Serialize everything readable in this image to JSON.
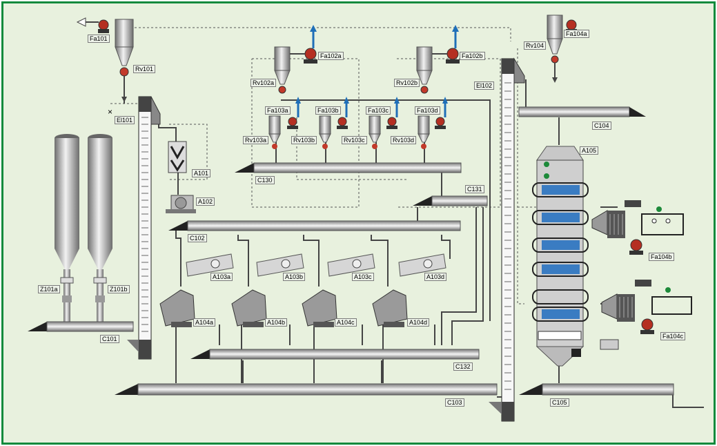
{
  "labels": {
    "Fa101": "Fa101",
    "Rv101": "Rv101",
    "El101": "El101",
    "Fa102a": "Fa102a",
    "Fa102b": "Fa102b",
    "Rv102a": "Rv102a",
    "Rv102b": "Rv102b",
    "Fa103a": "Fa103a",
    "Fa103b": "Fa103b",
    "Fa103c": "Fa103c",
    "Fa103d": "Fa103d",
    "Rv103a": "Rv103a",
    "Rv103b": "Rv103b",
    "Rv103c": "Rv103c",
    "Rv103d": "Rv103d",
    "C130": "C130",
    "C131": "C131",
    "A101": "A101",
    "A102": "A102",
    "C102": "C102",
    "A103a": "A103a",
    "A103b": "A103b",
    "A103c": "A103c",
    "A103d": "A103d",
    "A104a": "A104a",
    "A104b": "A104b",
    "A104c": "A104c",
    "A104d": "A104d",
    "Z101a": "Z101a",
    "Z101b": "Z101b",
    "C101": "C101",
    "C132": "C132",
    "C103": "C103",
    "El102": "El102",
    "Fa104a": "Fa104a",
    "Rv104": "Rv104",
    "C104": "C104",
    "A105": "A105",
    "Fa104b": "Fa104b",
    "Fa104c": "Fa104c",
    "C105": "C105"
  },
  "colors": {
    "frame": "#0f8a3c",
    "background": "#e8f1de",
    "pipe": "#8a8a8a",
    "valve": "#c23a2a",
    "arrow": "#1f6fb8",
    "fan": "#b52f22",
    "duct": "#222222"
  }
}
